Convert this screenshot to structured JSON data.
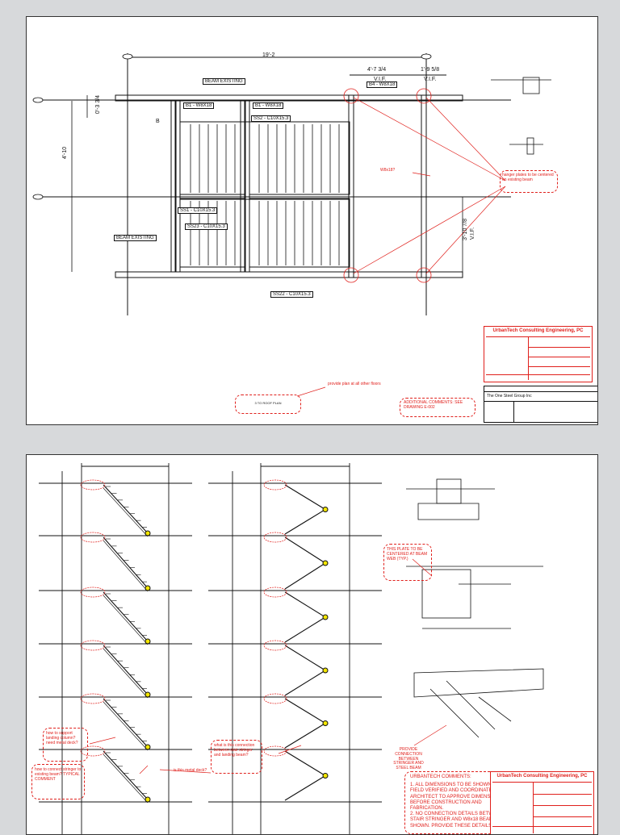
{
  "sheet1": {
    "dimensions": {
      "overall_width": "19'-2",
      "right_bay": "4'-7 3/4",
      "right_end": "1'-9 5/8",
      "vif_1": "V.I.F.",
      "vif_2": "V.I.F.",
      "left_height": "4'-10",
      "right_height": "3'-10 7/8",
      "vif_3": "V.I.F.",
      "top_left_small": "0'-3 3/4",
      "b_mark": "B"
    },
    "member_labels": {
      "beam_existing_top": "BEAM EXISTING",
      "b1_a": "B1 - W8X18",
      "b1_b": "B1 - W8X18",
      "b4": "B4 - W8X18",
      "ss2": "SS2 - C10X15.3",
      "ss1": "SS1 - C10X15.3",
      "ss23": "SS23 - C10X15.3",
      "beam_existing_left": "BEAM EXISTING",
      "ss22": "SS22 - C10X15.3"
    },
    "comments": {
      "w8": "W8x18?",
      "hanger": "hanger plates to be centered on existing beam",
      "provide_plan": "provide plan at all other floors",
      "additional": "ADDITIONAL COMMENTS: SEE DRAWING E-002",
      "cloud_left_text": "3 TO ROOF PLAN"
    },
    "client": "The One Steel Group Inc",
    "stamp_title": "UrbanTech Consulting Engineering, PC"
  },
  "sheet2": {
    "comments": {
      "plate": "THIS PLATE TO BE CENTERED AT BEAM WEB (TYP.)",
      "provide_connection": "PROVIDE CONNECTION BETWEEN STRINGER AND STEEL BEAM",
      "how_support": "how to support landing column? need metal deck?",
      "how_connect": "how to connect stringer to existing beam? TYPICAL COMMENT",
      "what_is": "what is this connection between stair stringer and landing beam?",
      "metal_deck": "is this metal deck?",
      "urbantech_head": "URBANTECH COMMENTS:",
      "urbantech_1": "1. ALL DIMENSIONS TO BE SHOWN AND FIELD VERIFIED AND COORDINATED ARCHITECT TO APPROVE DIMENSIONS BEFORE CONSTRUCTION AND FABRICATION.",
      "urbantech_2": "2. NO CONNECTION DETAILS BETWEEN STAIR STRINGER AND W8x18 BEAMS IS SHOWN. PROVIDE THESE DETAILS"
    },
    "stamp_title": "UrbanTech Consulting Engineering, PC"
  },
  "colors": {
    "redline": "#e0201c",
    "ink": "#111111",
    "highlight": "#f3e600"
  }
}
